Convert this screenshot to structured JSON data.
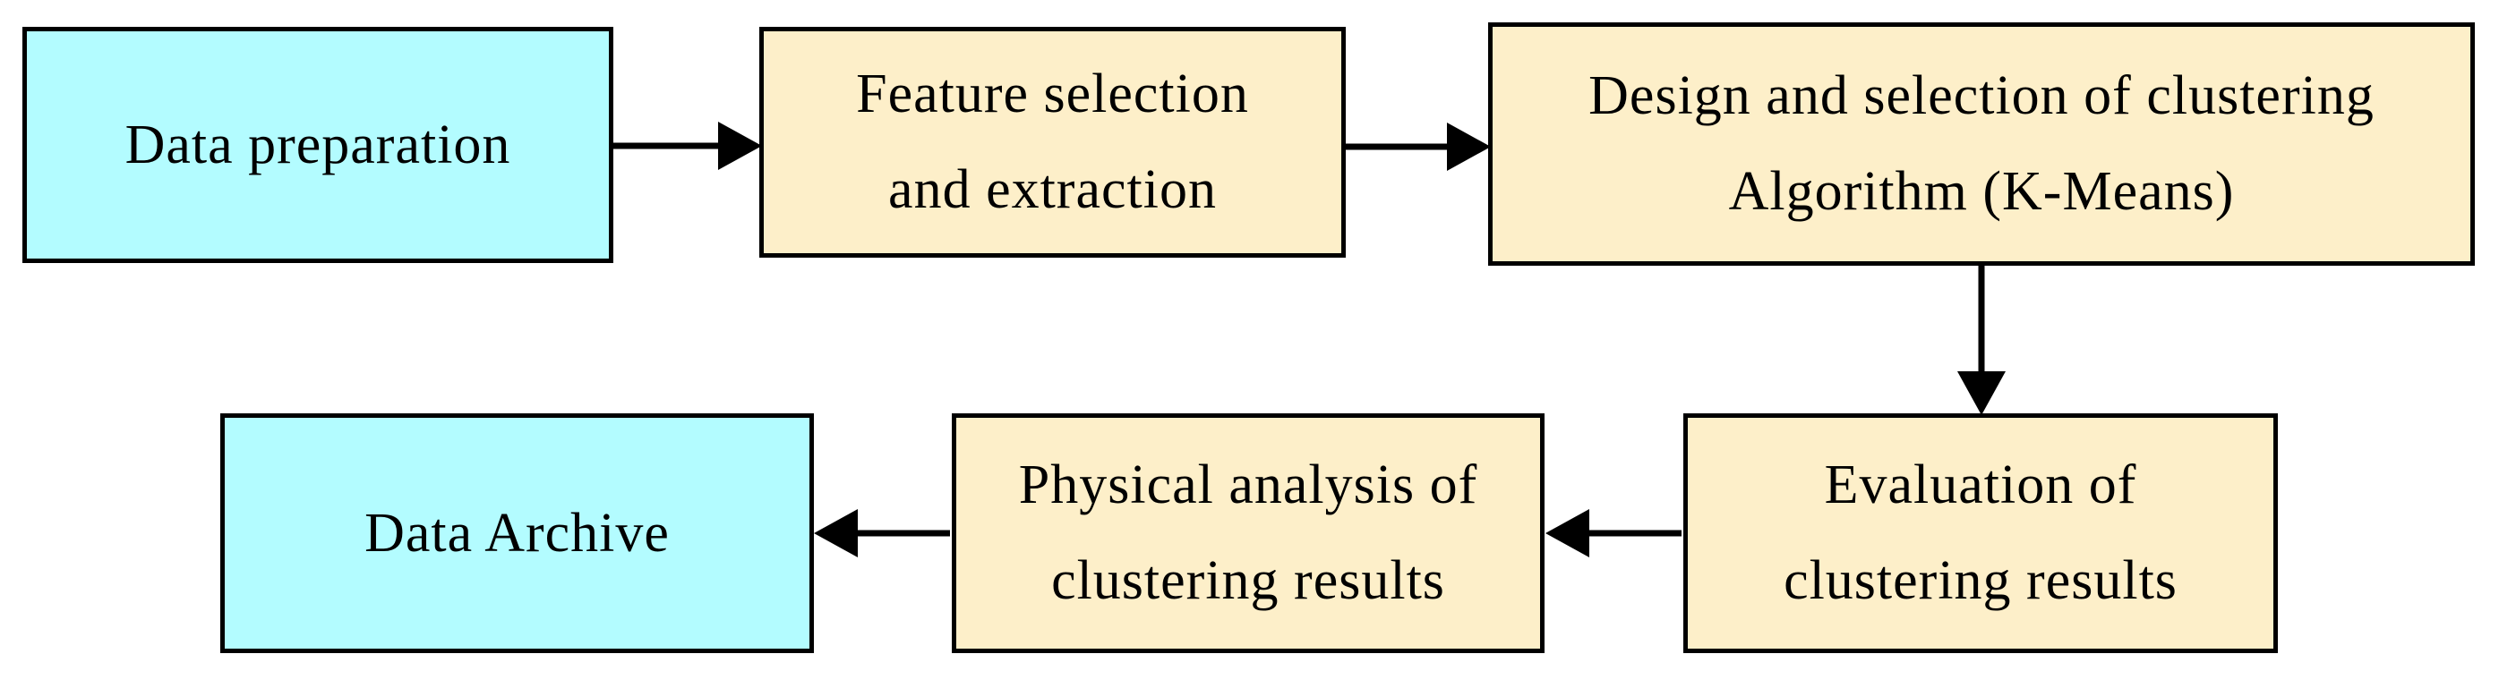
{
  "diagram": {
    "type": "flowchart",
    "nodes": [
      {
        "id": "data-preparation",
        "label": "Data preparation",
        "fill": "#B3FCFF"
      },
      {
        "id": "feature-selection-extraction",
        "label": "Feature selection\nand extraction",
        "fill": "#FDEFC9"
      },
      {
        "id": "clustering-algorithm-design",
        "label": "Design and selection of clustering\nAlgorithm (K-Means)",
        "fill": "#FDEFC9"
      },
      {
        "id": "clustering-evaluation",
        "label": "Evaluation of\nclustering results",
        "fill": "#FDEFC9"
      },
      {
        "id": "physical-analysis",
        "label": "Physical analysis of\nclustering results",
        "fill": "#FDEFC9"
      },
      {
        "id": "data-archive",
        "label": "Data Archive",
        "fill": "#B3FCFF"
      }
    ],
    "edges": [
      {
        "from": "data-preparation",
        "to": "feature-selection-extraction",
        "direction": "right"
      },
      {
        "from": "feature-selection-extraction",
        "to": "clustering-algorithm-design",
        "direction": "right"
      },
      {
        "from": "clustering-algorithm-design",
        "to": "clustering-evaluation",
        "direction": "down"
      },
      {
        "from": "clustering-evaluation",
        "to": "physical-analysis",
        "direction": "left"
      },
      {
        "from": "physical-analysis",
        "to": "data-archive",
        "direction": "left"
      }
    ]
  },
  "colors": {
    "node_cyan": "#B3FCFF",
    "node_cream": "#FDEFC9",
    "ink": "#000000",
    "background": "#FFFFFF"
  }
}
